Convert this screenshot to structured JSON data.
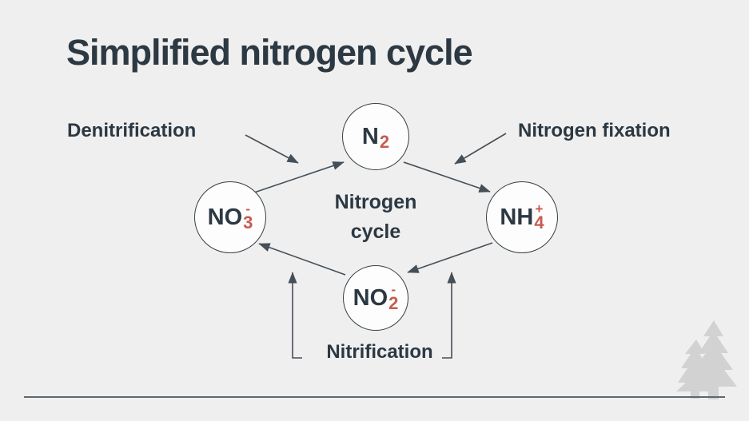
{
  "title": "Simplified nitrogen cycle",
  "center_label": {
    "line1": "Nitrogen",
    "line2": "cycle"
  },
  "labels": {
    "denitrification": "Denitrification",
    "nitrogen_fixation": "Nitrogen fixation",
    "nitrification": "Nitrification"
  },
  "nodes": {
    "n2": {
      "main": "N",
      "charge": "",
      "sub": "2"
    },
    "nh4": {
      "main": "NH",
      "charge": "+",
      "sub": "4"
    },
    "no2": {
      "main": "NO",
      "charge": "-",
      "sub": "2"
    },
    "no3": {
      "main": "NO",
      "charge": "-",
      "sub": "3"
    }
  },
  "colors": {
    "background": "#efefef",
    "text_dark": "#2c3842",
    "accent_red": "#c75b50",
    "line": "#454f57",
    "tree": "#d2d2d2",
    "footer_rule": "#5d6870"
  }
}
